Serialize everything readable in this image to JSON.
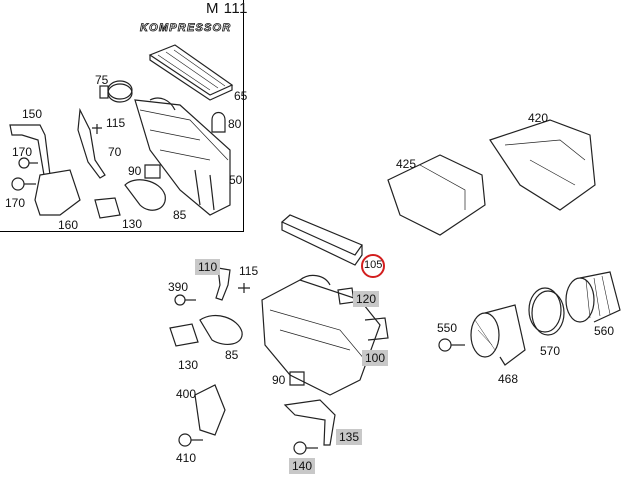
{
  "header": {
    "model": "M 111",
    "variant": "KOMPRESSOR"
  },
  "labels": {
    "p75": "75",
    "p65": "65",
    "p80": "80",
    "p150": "150",
    "p115a": "115",
    "p70": "70",
    "p170a": "170",
    "p170b": "170",
    "p90a": "90",
    "p50": "50",
    "p85a": "85",
    "p160": "160",
    "p130a": "130",
    "p425": "425",
    "p420": "420",
    "p110": "110",
    "p115b": "115",
    "p105": "105",
    "p390": "390",
    "p120": "120",
    "p550": "550",
    "p560": "560",
    "p570": "570",
    "p468": "468",
    "p130b": "130",
    "p85b": "85",
    "p100": "100",
    "p90b": "90",
    "p400": "400",
    "p135": "135",
    "p410": "410",
    "p140": "140"
  },
  "highlight_color": "#c8c8c8",
  "circle_color": "#d21e1e"
}
